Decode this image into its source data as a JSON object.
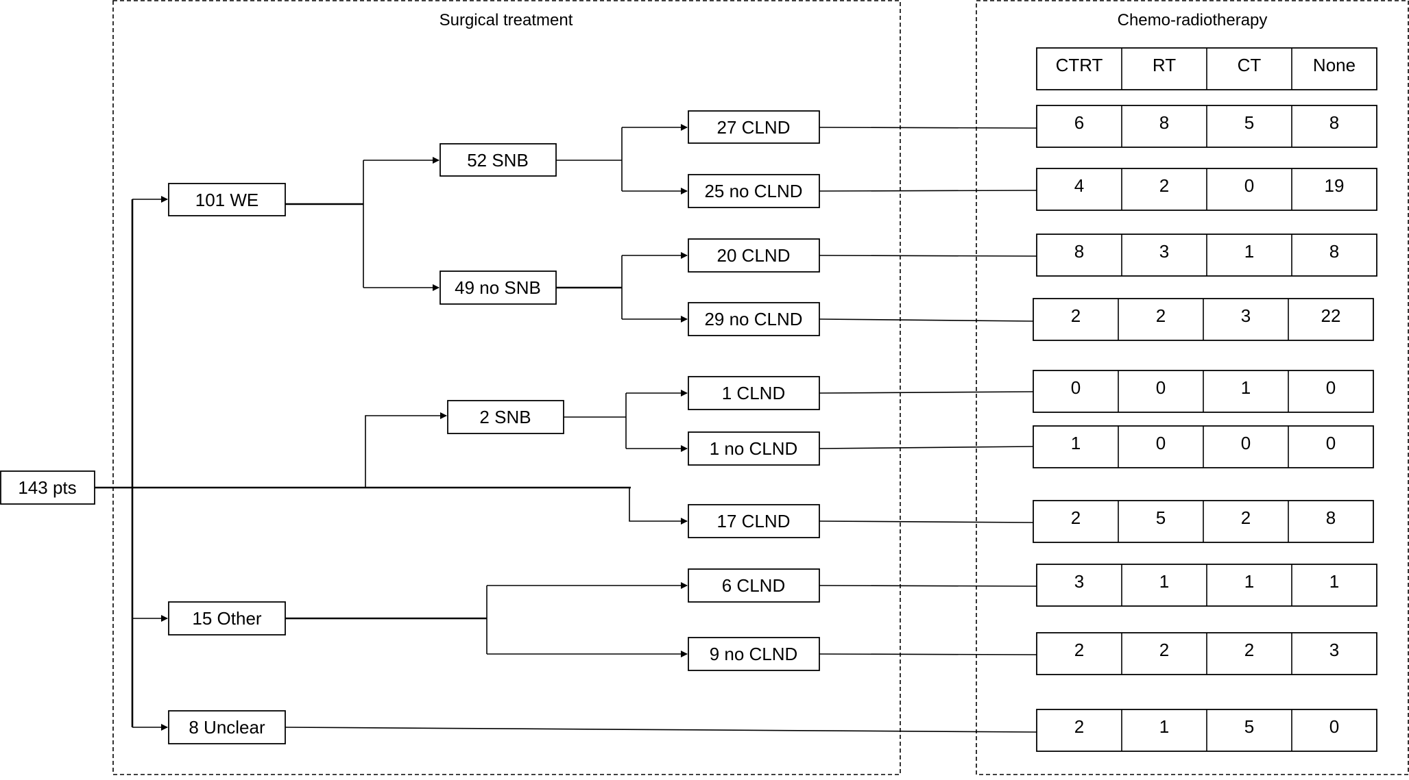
{
  "sections": {
    "surgical": "Surgical treatment",
    "chemo": "Chemo-radiotherapy"
  },
  "columns": [
    "CTRT",
    "RT",
    "CT",
    "None"
  ],
  "root": "143 pts",
  "level1": {
    "we": "101 WE",
    "snb2": "2 SNB",
    "other": "15 Other",
    "unclear": "8 Unclear"
  },
  "level2": {
    "snb52": "52 SNB",
    "nosnb49": "49 no SNB"
  },
  "outcomes": {
    "clnd27": "27 CLND",
    "noclnd25": "25 no CLND",
    "clnd20": "20 CLND",
    "noclnd29": "29 no CLND",
    "clnd1": "1 CLND",
    "noclnd1": "1 no CLND",
    "clnd17": "17 CLND",
    "clnd6": "6 CLND",
    "noclnd9": "9 no CLND"
  },
  "rows": [
    {
      "values": [
        "6",
        "8",
        "5",
        "8"
      ]
    },
    {
      "values": [
        "4",
        "2",
        "0",
        "19"
      ]
    },
    {
      "values": [
        "8",
        "3",
        "1",
        "8"
      ]
    },
    {
      "values": [
        "2",
        "2",
        "3",
        "22"
      ]
    },
    {
      "values": [
        "0",
        "0",
        "1",
        "0"
      ]
    },
    {
      "values": [
        "1",
        "0",
        "0",
        "0"
      ]
    },
    {
      "values": [
        "2",
        "5",
        "2",
        "8"
      ]
    },
    {
      "values": [
        "3",
        "1",
        "1",
        "1"
      ]
    },
    {
      "values": [
        "2",
        "2",
        "2",
        "3"
      ]
    },
    {
      "values": [
        "2",
        "1",
        "5",
        "0"
      ]
    }
  ]
}
